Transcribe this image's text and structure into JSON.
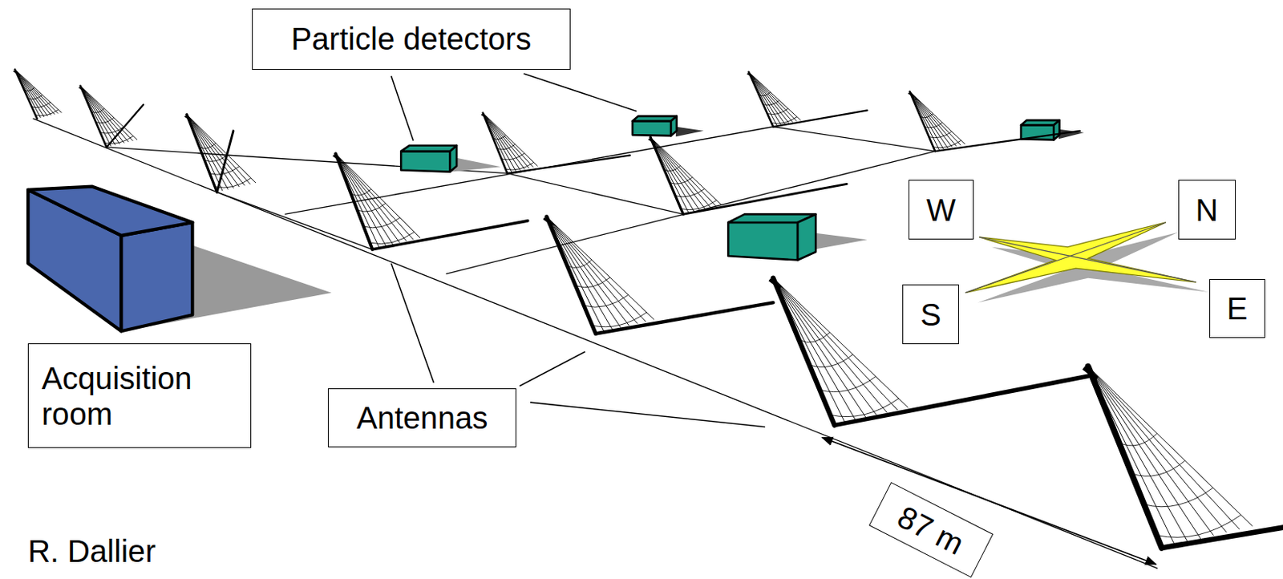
{
  "diagram": {
    "nodes": [
      {
        "text": [
          "Particle detectors"
        ]
      },
      {
        "text": [
          "W"
        ]
      },
      {
        "text": [
          "N"
        ]
      },
      {
        "text": [
          "Acquisition room"
        ]
      },
      {
        "text": [
          "S"
        ]
      },
      {
        "text": [
          "E"
        ]
      },
      {
        "text": [
          "Antennas"
        ]
      },
      {
        "text": [
          "87 m"
        ]
      }
    ],
    "labels": [
      "R. Dallier"
    ]
  }
}
